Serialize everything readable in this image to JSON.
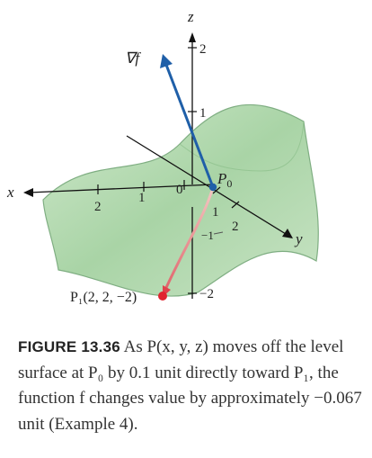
{
  "figure": {
    "axis_labels": {
      "x": "x",
      "y": "y",
      "z": "z"
    },
    "z_ticks": [
      "2",
      "1",
      "−2"
    ],
    "x_ticks": [
      "2",
      "1",
      "0"
    ],
    "y_ticks": [
      "1",
      "2"
    ],
    "surface_tick": "−1",
    "gradient_label": "∇f",
    "p0_label": {
      "letter": "P",
      "sub": "0"
    },
    "p1_label": "P₁(2, 2, −2)",
    "colors": {
      "surface": "#b9dcb5",
      "surface_edge": "#7fae82",
      "gradient": "#1f5fa8",
      "path": "#e07a74",
      "point": "#e0242f"
    }
  },
  "caption": {
    "label": "FIGURE 13.36",
    "text": "As P(x, y, z) moves off the level surface at P₀ by 0.1 unit directly toward P₁, the function f changes value by approximately −0.067 unit (Example 4)."
  }
}
